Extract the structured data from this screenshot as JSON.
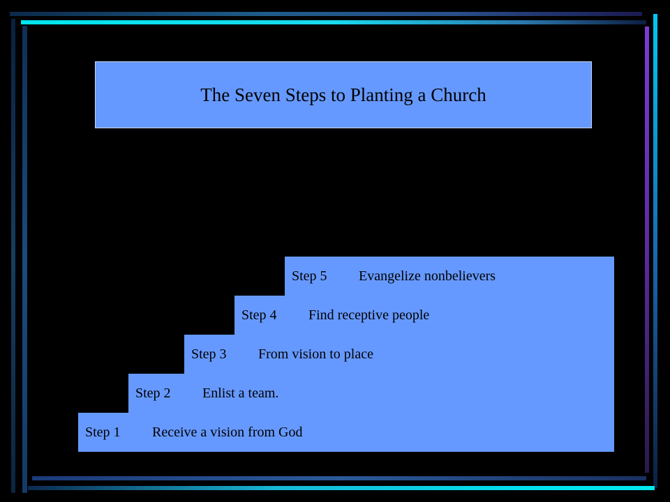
{
  "title": "The Seven Steps to Planting a Church",
  "steps": [
    {
      "label": "Step 1",
      "text": "Receive a vision from God"
    },
    {
      "label": "Step 2",
      "text": "Enlist a team."
    },
    {
      "label": "Step 3",
      "text": "From vision to place"
    },
    {
      "label": "Step 4",
      "text": "Find receptive people"
    },
    {
      "label": "Step 5",
      "text": "Evangelize nonbelievers"
    }
  ],
  "colors": {
    "background": "#000000",
    "box_fill": "#6699ff",
    "frame_cyan": "#00e5ee",
    "frame_purple": "#7b3bd8"
  }
}
